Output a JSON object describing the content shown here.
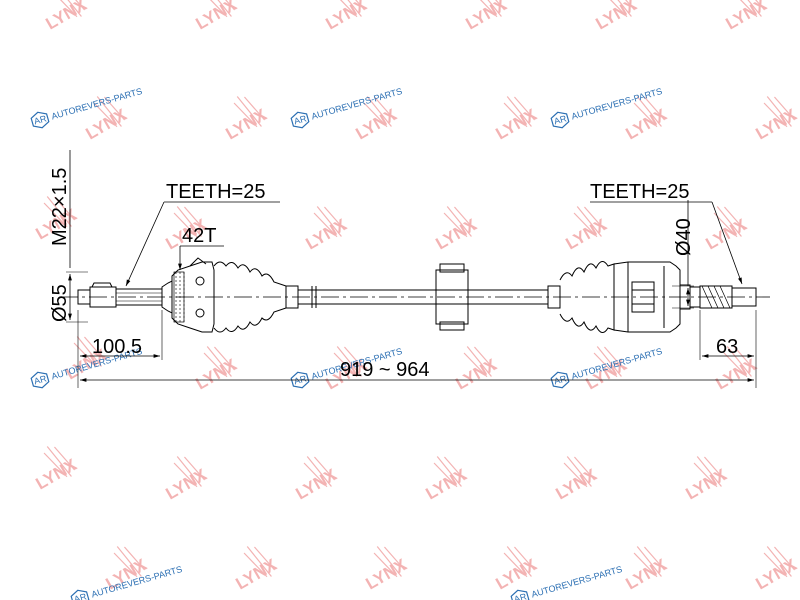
{
  "watermark": {
    "brand_text": "LYNX",
    "brand_color": "#f3b3b3",
    "site_text": "AUTOREVERS-PARTS",
    "site_color": "#2b6fb3",
    "site_badge": "AR"
  },
  "drawing": {
    "line_color": "#000000",
    "dimensions": {
      "left_teeth": "TEETH=25",
      "right_teeth": "TEETH=25",
      "abs_ring": "42T",
      "thread": "M22×1.5",
      "left_diameter": "Ø55",
      "right_diameter": "Ø40",
      "left_length": "100.5",
      "right_length": "63",
      "overall_length": "919 ~ 964"
    }
  }
}
